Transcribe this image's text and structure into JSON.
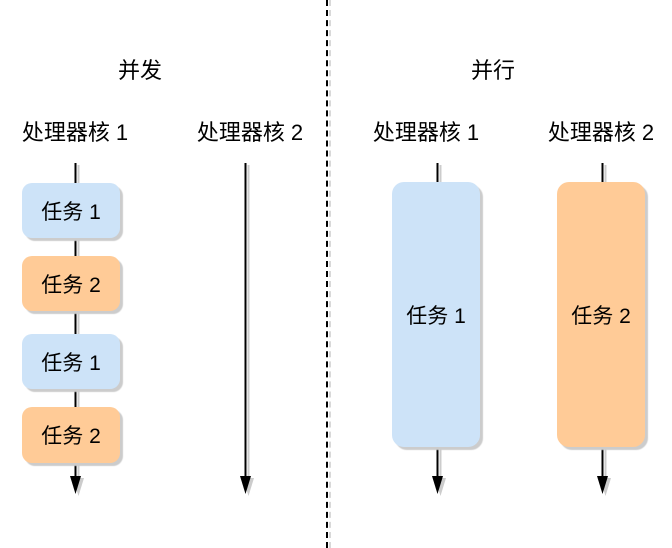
{
  "left_panel": {
    "title": "并发",
    "core1_label": "处理器核 1",
    "core2_label": "处理器核 2",
    "core1_tasks": [
      {
        "label": "任务 1",
        "color_key": "task_blue"
      },
      {
        "label": "任务 2",
        "color_key": "task_orange"
      },
      {
        "label": "任务 1",
        "color_key": "task_blue"
      },
      {
        "label": "任务 2",
        "color_key": "task_orange"
      }
    ]
  },
  "right_panel": {
    "title": "并行",
    "core1_label": "处理器核 1",
    "core2_label": "处理器核 2",
    "core1_task": {
      "label": "任务 1",
      "color_key": "task_blue"
    },
    "core2_task": {
      "label": "任务 2",
      "color_key": "task_orange"
    }
  },
  "colors": {
    "task_blue": "#cde3f8",
    "task_orange": "#ffcb97",
    "line": "#000000",
    "shadow": "#cccccc",
    "text": "#000000",
    "background": "#ffffff"
  }
}
